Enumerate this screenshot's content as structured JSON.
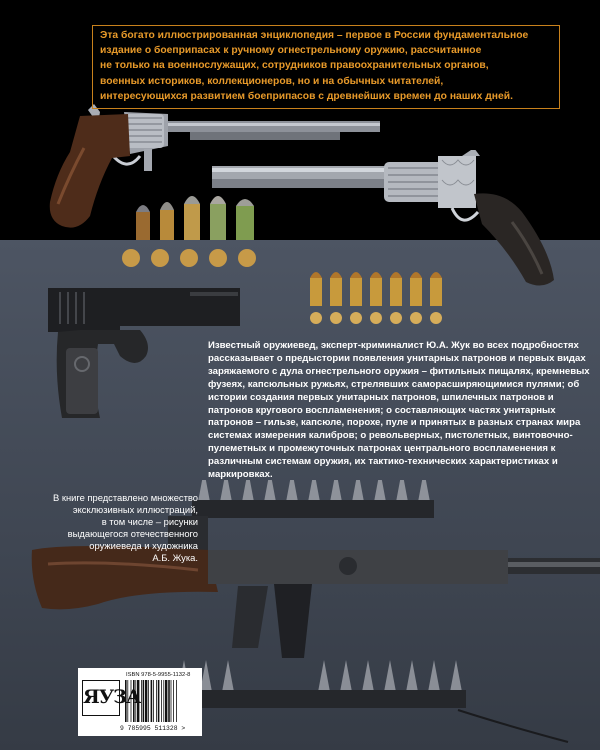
{
  "intro_text": [
    "Эта богато иллюстрированная энциклопедия – первое в России фундаментальное",
    "издание о боеприпасах к ручному огнестрельному оружию, рассчитанное",
    "не только на военнослужащих, сотрудников правоохранительных органов,",
    "военных историков, коллекционеров, но и на обычных читателей,",
    "интересующихся развитием боеприпасов с древнейших времен до наших дней."
  ],
  "main_text": "Известный оружиевед, эксперт-криминалист Ю.А. Жук во всех подробностях рассказывает о предыстории появления унитарных патронов и первых видах заряжаемого с дула огнестрельного оружия – фитильных пищалях, кремневых фузеях, капсюльных ружьях, стрелявших саморасширяющимися пулями; об истории создания первых унитарных патронов, шпилечных патронов и патронов кругового воспламенения; о составляющих частях унитарных патронов – гильзе, капсюле, порохе, пуле и принятых в разных странах мира системах измерения калибров; о револьверных, пистолетных, винтовочно-пулеметных и промежуточных патронах центрального воспламенения к различным системам оружия, их тактико-технических характеристиках и маркировках.",
  "side_note": [
    "В книге представлено множество",
    "эксклюзивных иллюстраций,",
    "в том числе – рисунки",
    "выдающегося отечественного",
    "оружиеведа и художника",
    "А.Б. Жука."
  ],
  "publisher_logo": "ЯУЗА",
  "isbn": "ISBN 978-5-9955-1132-8",
  "barcode_digits": "9 785995 511328 >",
  "colors": {
    "accent_orange": "#e89a2a",
    "background_top": "#000000",
    "background_bottom": "#444b57"
  }
}
